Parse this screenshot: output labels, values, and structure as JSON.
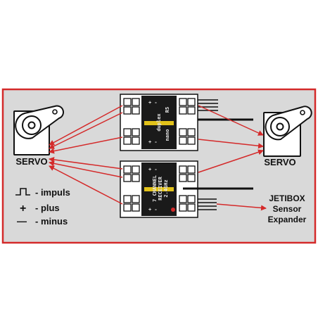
{
  "diagram": {
    "left_servo_label": "SERVO",
    "right_servo_label": "SERVO",
    "top_module": {
      "brand": "duplex",
      "model": "R5",
      "suffix": "nano"
    },
    "bottom_module": {
      "line1": "7 CHANNEL",
      "line2": "RECEIVER",
      "line3": "2.4GHz"
    },
    "legend": {
      "impuls": "- impuls",
      "plus": "- plus",
      "minus": "- minus",
      "plus_symbol": "+",
      "minus_symbol": "—"
    },
    "jetibox": {
      "line1": "JETIBOX",
      "line2": "Sensor",
      "line3": "Expander"
    }
  },
  "colors": {
    "frame_border": "#d42a2a",
    "panel_fill": "#d9d9d9",
    "arrow": "#d42a2a",
    "module_body": "#1a1a1a",
    "module_accent": "#e2c21a"
  }
}
